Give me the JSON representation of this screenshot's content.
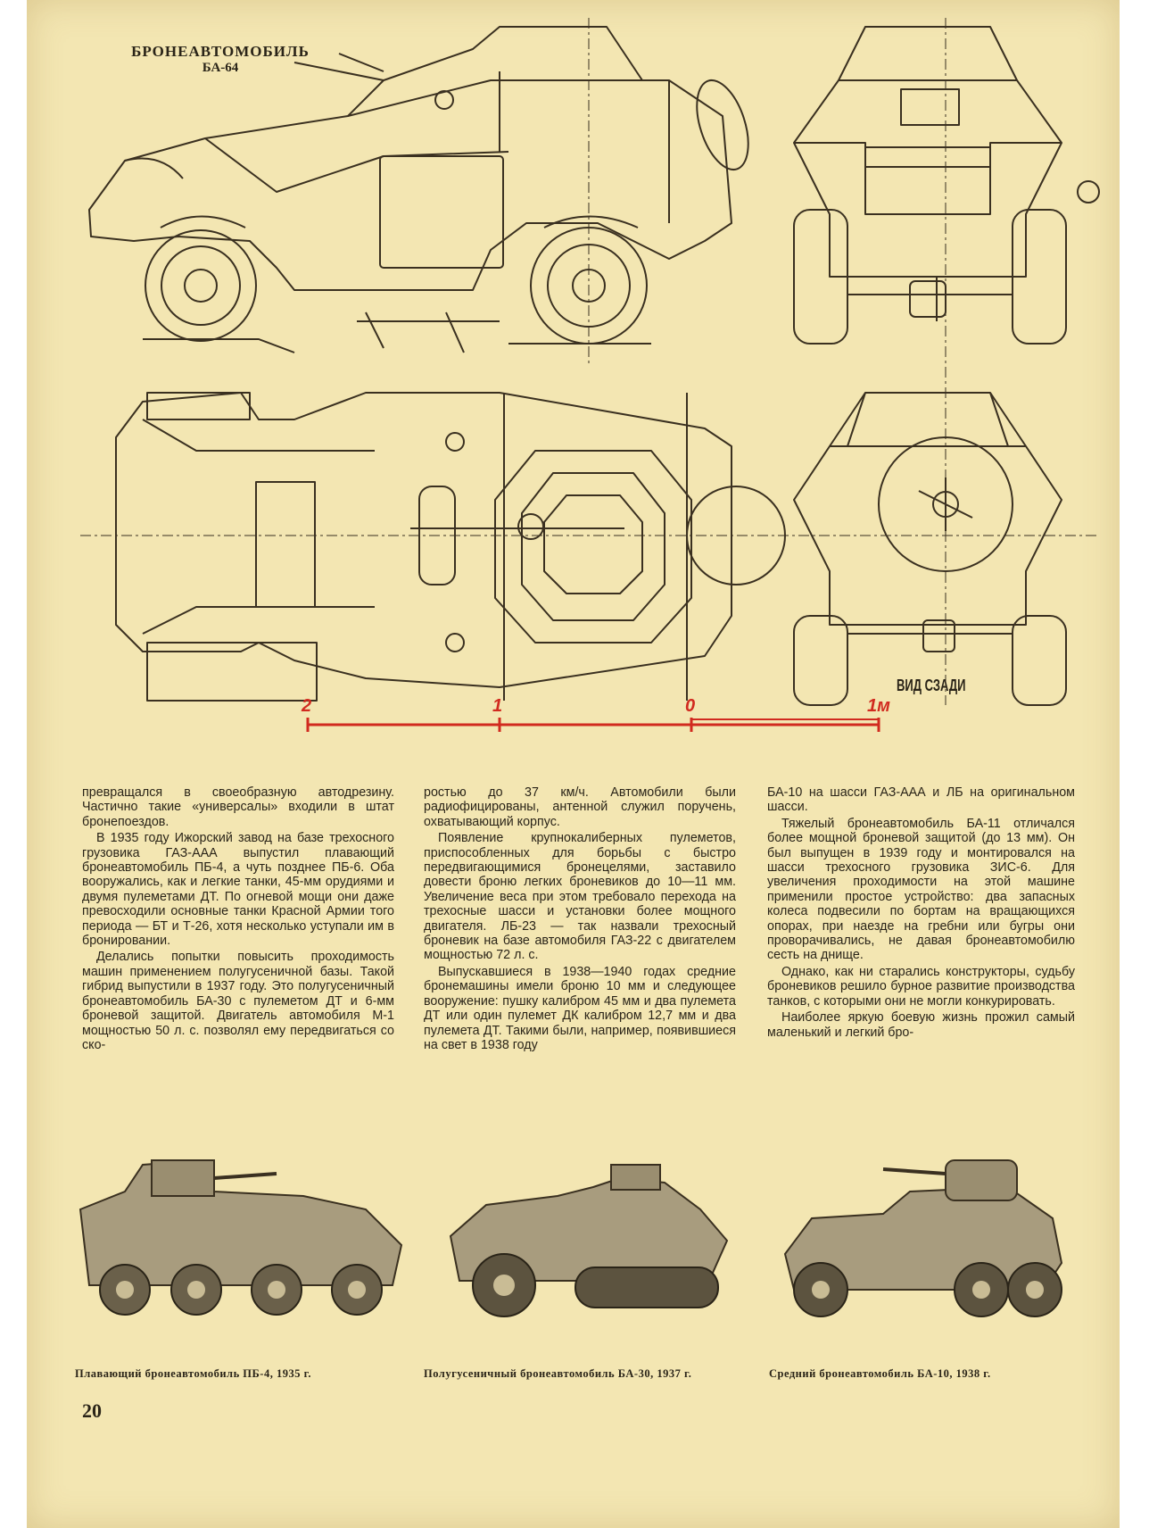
{
  "header": {
    "title_line1": "БРОНЕАВТОМОБИЛЬ",
    "title_line2": "БА-64"
  },
  "drawing": {
    "rear_view_label": "ВИД СЗАДИ",
    "scale_labels": [
      "2",
      "1",
      "0",
      "1м"
    ],
    "line_color": "#3a3020",
    "scale_color": "#d12a1f"
  },
  "article": {
    "columns": [
      [
        "превращался в своеобразную автодрезину. Частично такие «универсалы» входили в штат бронепоездов.",
        "В 1935 году Ижорский завод на базе трехосного грузовика ГАЗ-ААА выпустил плавающий бронеавтомобиль ПБ-4, а чуть позднее ПБ-6. Оба вооружались, как и легкие танки, 45-мм орудиями и двумя пулеметами ДТ. По огневой мощи они даже превосходили основные танки Красной Армии того периода — БТ и Т-26, хотя несколько уступали им в бронировании.",
        "Делались попытки повысить проходимость машин применением полугусеничной базы. Такой гибрид выпустили в 1937 году. Это полугусеничный бронеавтомобиль БА-30 с пулеметом ДТ и 6-мм броневой защитой. Двигатель автомобиля М-1 мощностью 50 л. с. позволял ему передвигаться со ско-"
      ],
      [
        "ростью до 37 км/ч. Автомобили были радиофицированы, антенной служил поручень, охватывающий корпус.",
        "Появление крупнокалиберных пулеметов, приспособленных для борьбы с быстро передвигающимися бронецелями, заставило довести броню легких броневиков до 10—11 мм. Увеличение веса при этом требовало перехода на трехосные шасси и установки более мощного двигателя. ЛБ-23 — так назвали трехосный броневик на базе автомобиля ГАЗ-22 с двигателем мощностью 72 л. с.",
        "Выпускавшиеся в 1938—1940 годах средние бронемашины имели броню 10 мм и следующее вооружение: пушку калибром 45 мм и два пулемета ДТ или один пулемет ДК калибром 12,7 мм и два пулемета ДТ. Такими были, например, появившиеся на свет в 1938 году"
      ],
      [
        "БА-10 на шасси ГАЗ-ААА и ЛБ на оригинальном шасси.",
        "Тяжелый бронеавтомобиль БА-11 отличался более мощной броневой защитой (до 13 мм). Он был выпущен в 1939 году и монтировался на шасси трехосного грузовика ЗИС-6. Для увеличения проходимости на этой машине применили простое устройство: два запасных колеса подвесили по бортам на вращающихся опорах, при наезде на гребни или бугры они проворачивались, не давая бронеавтомобилю сесть на днище.",
        "Однако, как ни старались конструкторы, судьбу броневиков решило бурное развитие производства танков, с которыми они не могли конкурировать.",
        "Наиболее яркую боевую жизнь прожил самый маленький и легкий бро-"
      ]
    ]
  },
  "photos": {
    "captions": [
      "Плавающий бронеавтомобиль ПБ-4, 1935 г.",
      "Полугусеничный бронеавтомобиль БА-30, 1937 г.",
      "Средний бронеавтомобиль БА-10, 1938 г."
    ]
  },
  "footer": {
    "page_number": "20"
  }
}
